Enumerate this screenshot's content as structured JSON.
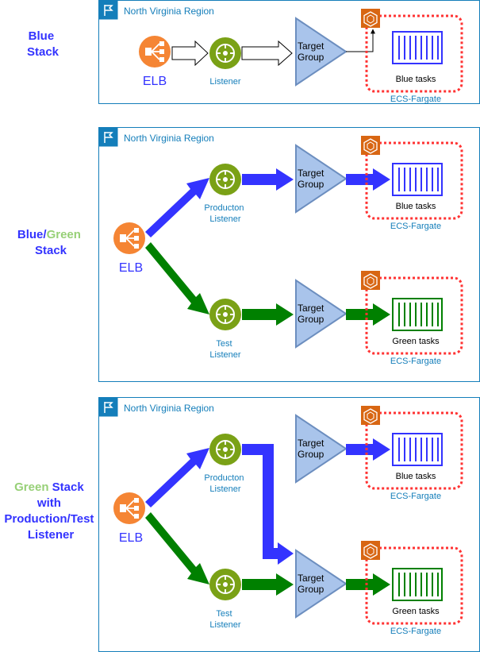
{
  "colors": {
    "region_border": "#147EBA",
    "region_text": "#147EBA",
    "blue": "#3333FF",
    "green": "#008000",
    "green_text": "#97D077",
    "elb": "#F58534",
    "listener": "#7AA116",
    "target_fill": "#A9C4EB",
    "target_stroke": "#6C8EBF",
    "ecs_border": "#FF3333",
    "ecs_icon": "#D86613",
    "ecs_text": "#147EBA",
    "task_blue": "#3333FF",
    "task_green": "#008000"
  },
  "icons": {
    "region": "region-flag-icon",
    "elb": "elb-icon",
    "listener": "listener-icon",
    "ecs": "fargate-icon",
    "tasks": "task-container-icon"
  },
  "sections": [
    {
      "title_parts": [
        {
          "text": "Blue",
          "color": "blue"
        },
        {
          "text": "Stack",
          "color": "blue"
        }
      ],
      "region_label": "North Virginia Region",
      "elb_label": "ELB",
      "listeners": [
        {
          "label_lines": [
            "Listener"
          ]
        }
      ],
      "target_groups": [
        {
          "label_lines": [
            "Target",
            "Group"
          ]
        }
      ],
      "ecs": [
        {
          "label": "ECS-Fargate",
          "tasks_label": "Blue tasks",
          "task_color": "task_blue"
        }
      ]
    },
    {
      "title_parts": [
        {
          "text": "Blue/",
          "color": "blue"
        },
        {
          "text": "Green",
          "color": "green_text"
        },
        {
          "text": "Stack",
          "color": "blue"
        }
      ],
      "region_label": "North Virginia Region",
      "elb_label": "ELB",
      "listeners": [
        {
          "label_lines": [
            "Producton",
            "Listener"
          ]
        },
        {
          "label_lines": [
            "Test",
            "Listener"
          ]
        }
      ],
      "target_groups": [
        {
          "label_lines": [
            "Target",
            "Group"
          ]
        },
        {
          "label_lines": [
            "Target",
            "Group"
          ]
        }
      ],
      "ecs": [
        {
          "label": "ECS-Fargate",
          "tasks_label": "Blue tasks",
          "task_color": "task_blue"
        },
        {
          "label": "ECS-Fargate",
          "tasks_label": "Green tasks",
          "task_color": "task_green"
        }
      ]
    },
    {
      "title_parts": [
        {
          "text": "Green",
          "color": "green_text"
        },
        {
          "text": " Stack",
          "color": "blue"
        },
        {
          "text": "with",
          "color": "blue"
        },
        {
          "text": "Production/Test",
          "color": "blue"
        },
        {
          "text": "Listener",
          "color": "blue"
        }
      ],
      "region_label": "North Virginia Region",
      "elb_label": "ELB",
      "listeners": [
        {
          "label_lines": [
            "Producton",
            "Listener"
          ]
        },
        {
          "label_lines": [
            "Test",
            "Listener"
          ]
        }
      ],
      "target_groups": [
        {
          "label_lines": [
            "Target",
            "Group"
          ]
        },
        {
          "label_lines": [
            "Target",
            "Group"
          ]
        }
      ],
      "ecs": [
        {
          "label": "ECS-Fargate",
          "tasks_label": "Blue tasks",
          "task_color": "task_blue"
        },
        {
          "label": "ECS-Fargate",
          "tasks_label": "Green tasks",
          "task_color": "task_green"
        }
      ]
    }
  ]
}
